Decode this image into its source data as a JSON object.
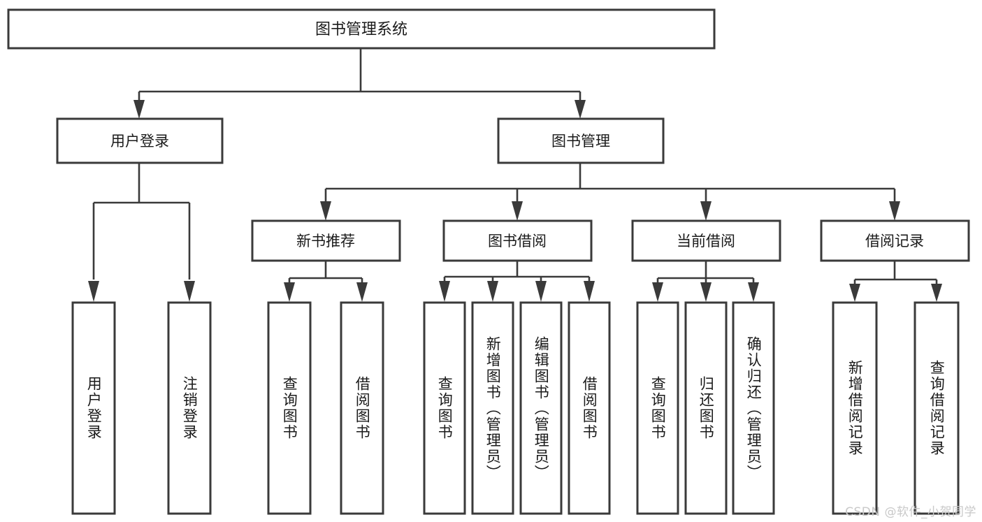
{
  "diagram": {
    "title": "图书管理系统",
    "type": "tree-hierarchy",
    "watermark": "CSDN @软件_小贺同学",
    "colors": {
      "stroke": "#3a3a3a",
      "fill": "#ffffff",
      "text": "#1a1a1a",
      "watermark": "#c9c9c9",
      "background": "#ffffff"
    },
    "root": {
      "label": "图书管理系统"
    },
    "level1": [
      {
        "label": "用户登录"
      },
      {
        "label": "图书管理"
      }
    ],
    "level2": [
      {
        "label": "新书推荐"
      },
      {
        "label": "图书借阅"
      },
      {
        "label": "当前借阅"
      },
      {
        "label": "借阅记录"
      }
    ],
    "leaves": {
      "user_login": [
        {
          "label": "用户登录"
        },
        {
          "label": "注销登录"
        }
      ],
      "new_book_recommend": [
        {
          "label": "查询图书"
        },
        {
          "label": "借阅图书"
        }
      ],
      "book_borrow": [
        {
          "label": "查询图书"
        },
        {
          "label": "新增图书（管理员）"
        },
        {
          "label": "编辑图书（管理员）"
        },
        {
          "label": "借阅图书"
        }
      ],
      "current_borrow": [
        {
          "label": "查询图书"
        },
        {
          "label": "归还图书"
        },
        {
          "label": "确认归还（管理员）"
        }
      ],
      "borrow_record": [
        {
          "label": "新增借阅记录"
        },
        {
          "label": "查询借阅记录"
        }
      ]
    }
  }
}
